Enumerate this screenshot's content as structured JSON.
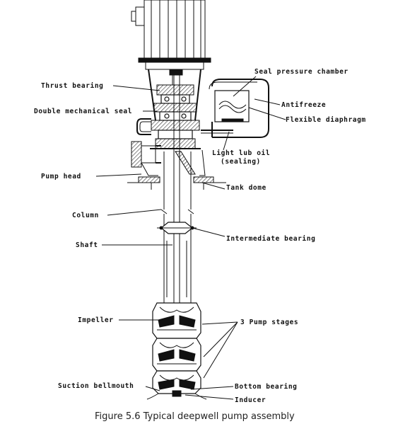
{
  "caption": "Figure 5.6 Typical deepwell pump assembly",
  "labels": {
    "thrust_bearing": "Thrust bearing",
    "double_mechanical_seal": "Double mechanical seal",
    "pump_head": "Pump head",
    "column": "Column",
    "shaft": "Shaft",
    "impeller": "Impeller",
    "suction_bellmouth": "Suction bellmouth",
    "seal_pressure_chamber": "Seal pressure chamber",
    "antifreeze": "Antifreeze",
    "flexible_diaphragm": "Flexible diaphragm",
    "light_lub_oil": "Light lub oil",
    "sealing": "(sealing)",
    "tank_dome": "Tank dome",
    "intermediate_bearing": "Intermediate bearing",
    "pump_stages": "3 Pump stages",
    "bottom_bearing": "Bottom bearing",
    "inducer": "Inducer"
  }
}
